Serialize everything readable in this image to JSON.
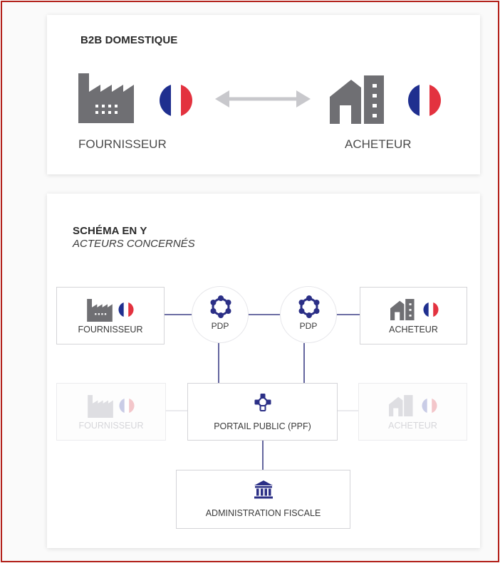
{
  "b2b": {
    "title": "B2B DOMESTIQUE",
    "supplier_label": "FOURNISSEUR",
    "buyer_label": "ACHETEUR"
  },
  "schema": {
    "title": "SCHÉMA EN Y",
    "subtitle": "ACTEURS CONCERNÉS",
    "supplier_label": "FOURNISSEUR",
    "pdp_left_label": "PDP",
    "pdp_right_label": "PDP",
    "buyer_label": "ACHETEUR",
    "supplier_faded_label": "FOURNISSEUR",
    "ppf_label": "PORTAIL PUBLIC (PPF)",
    "buyer_faded_label": "ACHETEUR",
    "admin_label": "ADMINISTRATION FISCALE"
  },
  "colors": {
    "frame_border": "#b3221b",
    "icon_gray": "#6f6f73",
    "navy": "#2b2f86",
    "flag_blue": "#1f2f8f",
    "flag_red": "#e3323f",
    "connector": "#3d3f86",
    "arrow": "#c8c8cc"
  },
  "icons": {
    "supplier": "factory-icon",
    "buyer": "house-building-icon",
    "flag": "french-flag-icon",
    "pdp": "network-ring-icon",
    "ppf": "hierarchy-network-icon",
    "admin": "government-building-icon",
    "exchange": "double-arrow-icon"
  }
}
